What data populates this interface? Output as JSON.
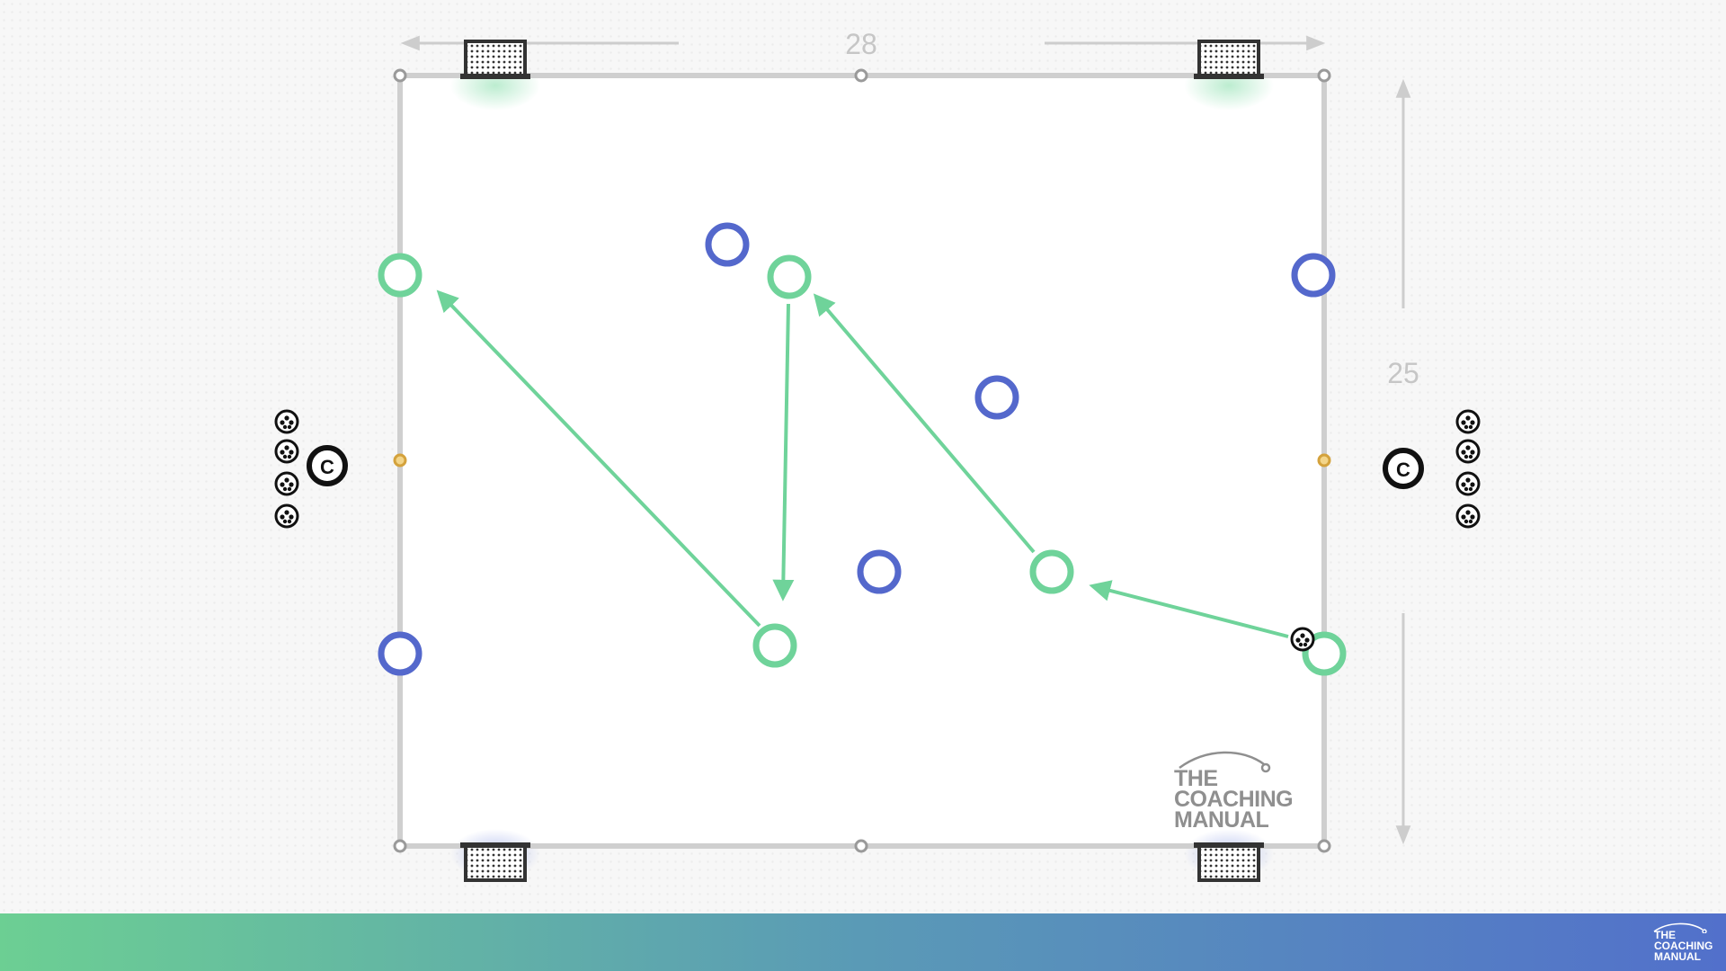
{
  "pitch": {
    "width_label": "28",
    "length_label": "25",
    "line_color": "#cfcfcf"
  },
  "colors": {
    "team_green": "#6fd39a",
    "team_blue": "#5468cc",
    "arrow": "#6fd39a",
    "coach": "#111111",
    "marker_orange": "#d4a23c",
    "marker_grey": "#9a9a9a"
  },
  "players": {
    "green": [
      {
        "id": "g1"
      },
      {
        "id": "g2"
      },
      {
        "id": "g3"
      },
      {
        "id": "g4"
      },
      {
        "id": "g5"
      }
    ],
    "blue": [
      {
        "id": "b1"
      },
      {
        "id": "b2"
      },
      {
        "id": "b3"
      },
      {
        "id": "b4"
      },
      {
        "id": "b5"
      },
      {
        "id": "b6"
      }
    ]
  },
  "pass_arrows": [
    {
      "from": "g5",
      "to": "g4"
    },
    {
      "from": "g4",
      "to": "g2"
    },
    {
      "from": "g2",
      "to": "g3"
    },
    {
      "from": "g3",
      "to": "g1"
    }
  ],
  "coaches": [
    {
      "label": "C",
      "icon": "coach-icon"
    },
    {
      "label": "C",
      "icon": "coach-icon"
    }
  ],
  "mini_goals": [
    {
      "icon": "mini-goal-icon",
      "glow": "green"
    },
    {
      "icon": "mini-goal-icon",
      "glow": "green"
    },
    {
      "icon": "mini-goal-icon",
      "glow": "blue"
    },
    {
      "icon": "mini-goal-icon",
      "glow": "blue"
    }
  ],
  "ball_supply": {
    "left_count": 4,
    "right_count": 4,
    "icon": "ball-icon"
  },
  "watermark": {
    "line1": "THE",
    "line2": "COACHING",
    "line3": "MANUAL"
  },
  "footer_logo": {
    "line1": "THE",
    "line2": "COACHING",
    "line3": "MANUAL"
  }
}
